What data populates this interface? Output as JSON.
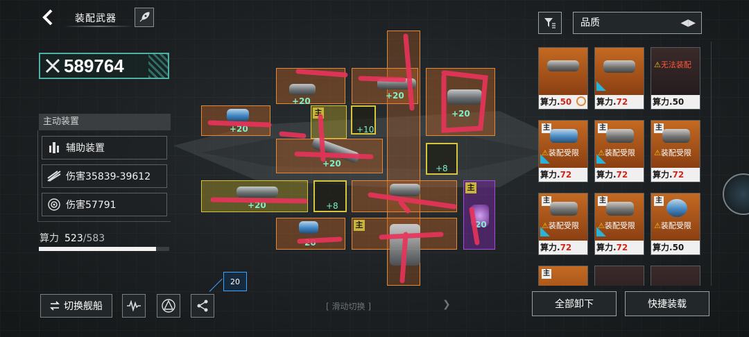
{
  "header": {
    "title": "装配武器",
    "back_icon": "chevron-left-icon",
    "rocket_icon": "rocket-icon"
  },
  "power": {
    "value": "589764",
    "icon": "crossed-swords-icon"
  },
  "left_panel": {
    "section_title": "主动装置",
    "rows": [
      {
        "label": "辅助装置",
        "icon": "support-device-icon"
      },
      {
        "label": "伤害35839-39612",
        "icon": "missile-icon"
      },
      {
        "label": "伤害57791",
        "icon": "shield-target-icon"
      }
    ],
    "compute_label": "算力",
    "compute_current": "523",
    "compute_max": "/583",
    "compute_fraction": 0.897
  },
  "bottom_left": {
    "switch_ship_label": "切换舰船",
    "badge_value": "20",
    "swipe_hint": "滑动切换"
  },
  "slots": {
    "levels": [
      "+20",
      "+20",
      "+20",
      "+20",
      "+10",
      "+20",
      "+8",
      "+20",
      "+8",
      "20",
      "20"
    ],
    "main_tag": "主"
  },
  "inventory": {
    "quality_label": "品质",
    "cards": [
      {
        "cost_label": "算力.",
        "cost": "50",
        "cost_color": "red",
        "warning": "",
        "tag": ""
      },
      {
        "cost_label": "算力.",
        "cost": "72",
        "cost_color": "red",
        "warning": "",
        "tag": ""
      },
      {
        "cost_label": "算力.",
        "cost": "50",
        "cost_color": "dark",
        "warning": "无法装配",
        "tag": ""
      },
      {
        "cost_label": "算力.",
        "cost": "72",
        "cost_color": "red",
        "warning": "装配受限",
        "tag": "主"
      },
      {
        "cost_label": "算力.",
        "cost": "72",
        "cost_color": "red",
        "warning": "装配受限",
        "tag": "主"
      },
      {
        "cost_label": "算力.",
        "cost": "72",
        "cost_color": "red",
        "warning": "装配受限",
        "tag": "主"
      },
      {
        "cost_label": "算力.",
        "cost": "72",
        "cost_color": "red",
        "warning": "装配受限",
        "tag": "主"
      },
      {
        "cost_label": "算力.",
        "cost": "72",
        "cost_color": "red",
        "warning": "装配受限",
        "tag": "主"
      },
      {
        "cost_label": "算力.",
        "cost": "50",
        "cost_color": "red",
        "warning": "装配受限",
        "tag": "主"
      },
      {
        "cost_label": "",
        "cost": "",
        "cost_color": "red",
        "warning": "",
        "tag": "主"
      }
    ],
    "unequip_all_label": "全部卸下",
    "quick_equip_label": "快捷装载"
  },
  "colors": {
    "accent_orange": "#e38a3a",
    "accent_teal": "#4fb0a5",
    "warning_red": "#d4261a",
    "purple_slot": "#a44ee0",
    "yellow_slot": "#d7c63c"
  }
}
